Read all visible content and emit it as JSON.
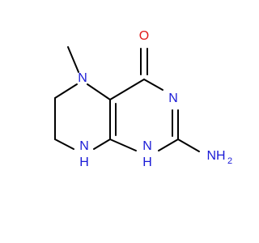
{
  "molecule": {
    "atoms": {
      "n5": "N",
      "o4": "O",
      "n3": "N",
      "n8": "N",
      "h8": "H",
      "n1": "N",
      "h1": "H",
      "nh2_n": "NH",
      "nh2_sub": "2"
    },
    "colors": {
      "bond": "#000000",
      "nitrogen": "#1a1ad6",
      "oxygen": "#e01b1b"
    }
  }
}
